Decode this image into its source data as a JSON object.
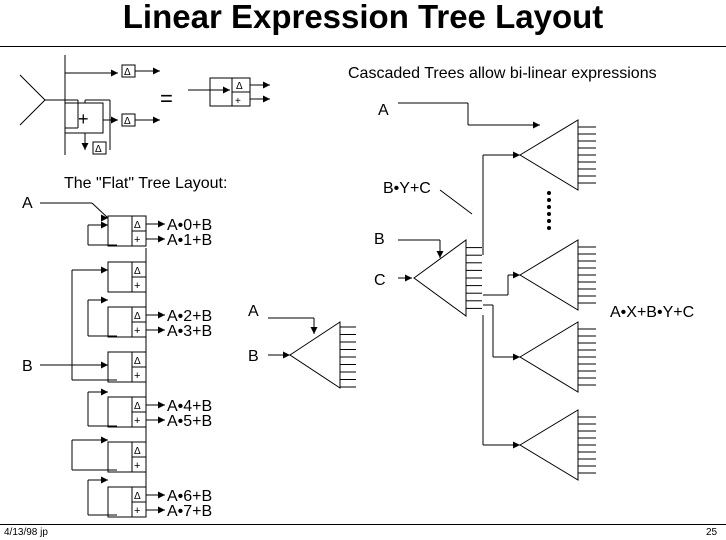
{
  "title": "Linear Expression Tree Layout",
  "equals_sign": "=",
  "cascaded_caption": "Cascaded Trees allow bi-linear expressions",
  "flat_caption": "The \"Flat\" Tree Layout:",
  "delta_symbol": "Δ",
  "plus_symbol": "+",
  "flat": {
    "input_a": "A",
    "input_b": "B",
    "outputs": [
      "A•0+B",
      "A•1+B",
      "A•2+B",
      "A•3+B",
      "A•4+B",
      "A•5+B",
      "A•6+B",
      "A•7+B"
    ]
  },
  "single_tree": {
    "input_a": "A",
    "input_b": "B"
  },
  "cascade": {
    "input_a": "A",
    "label_byc": "B•Y+C",
    "input_b": "B",
    "input_c": "C",
    "output": "A•X+B•Y+C"
  },
  "footer": {
    "date": "4/13/98  jp",
    "page": "25"
  }
}
